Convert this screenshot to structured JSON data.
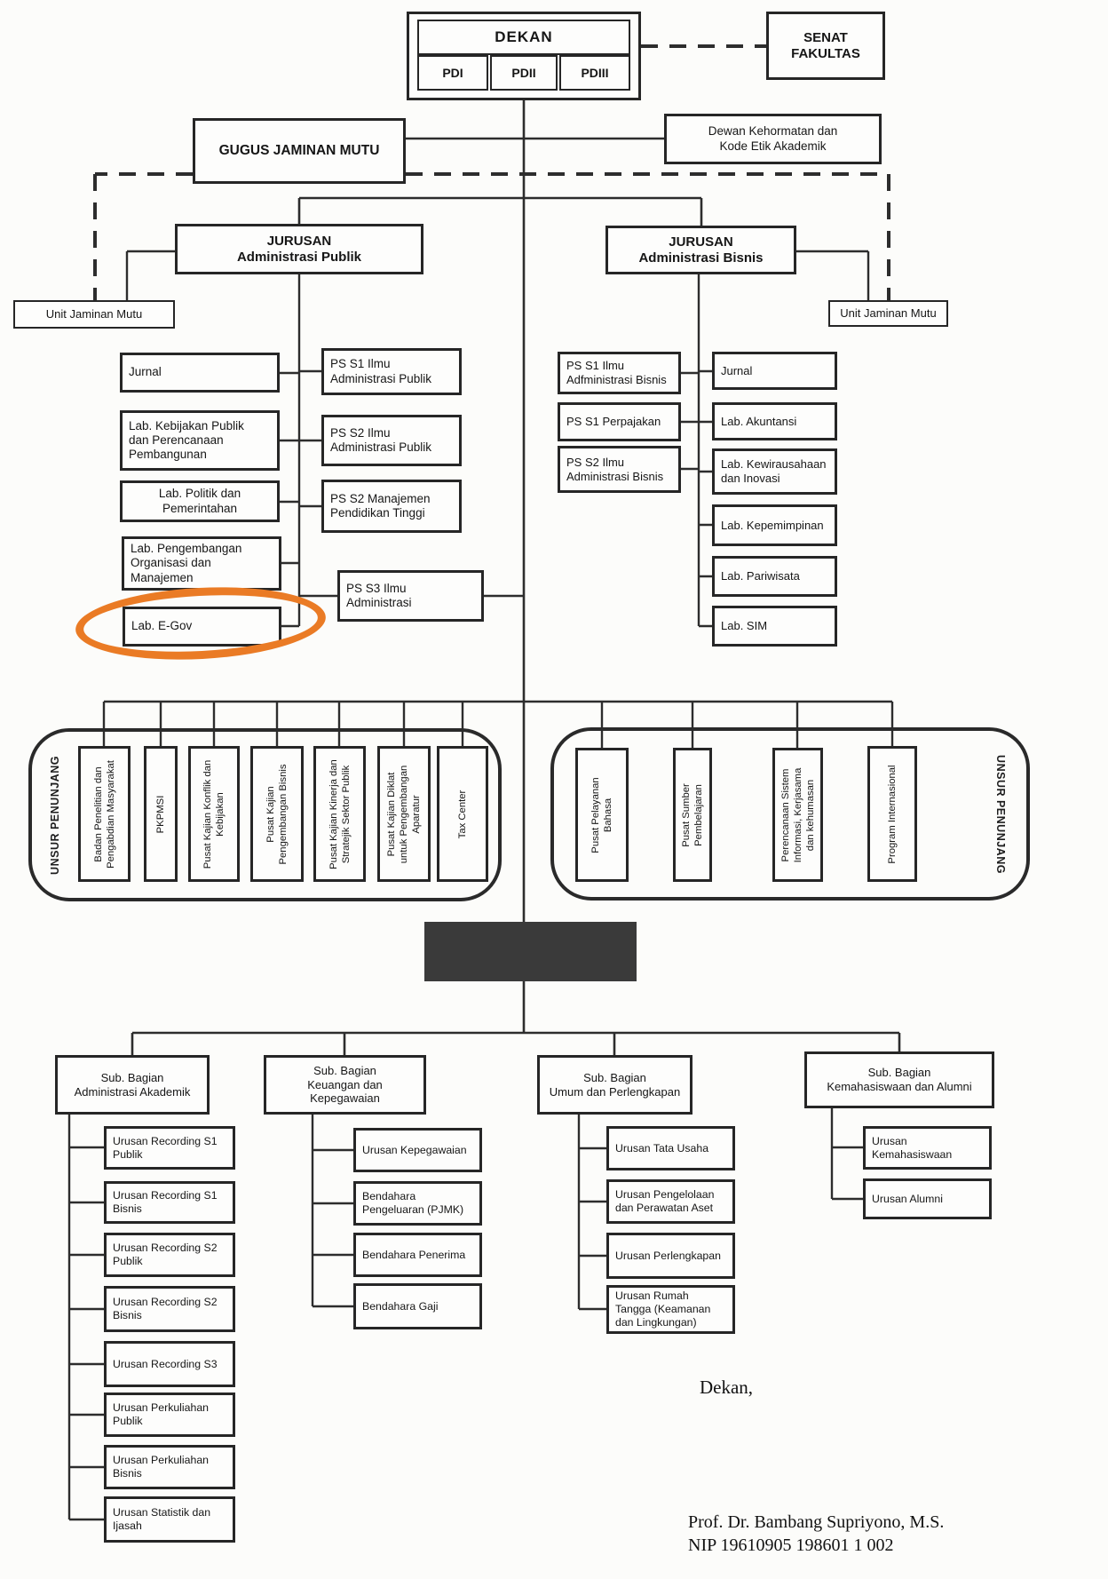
{
  "palette": {
    "ink": "#262626",
    "line": "#2d2d2d",
    "highlight_orange": "#ea7b25",
    "redaction_gray": "#3a3a3a",
    "paper": "#fcfcfa"
  },
  "top": {
    "dekan": "DEKAN",
    "pd1": "PDI",
    "pd2": "PDII",
    "pd3": "PDIII",
    "senat": "SENAT\nFAKULTAS",
    "gugus": "GUGUS JAMINAN MUTU",
    "dewan": "Dewan Kehormatan dan\nKode Etik Akademik",
    "unit_jaminan_mutu_left": "Unit Jaminan Mutu",
    "unit_jaminan_mutu_right": "Unit Jaminan Mutu"
  },
  "jurusan_publik": {
    "title": "JURUSAN\nAdministrasi Publik",
    "jurnal": "Jurnal",
    "lab_kebijakan": "Lab. Kebijakan Publik\ndan Perencanaan\nPembangunan",
    "lab_politik": "Lab. Politik dan\nPemerintahan",
    "lab_pengembangan": "Lab. Pengembangan\nOrganisasi dan\nManajemen",
    "lab_egov": "Lab. E-Gov",
    "ps_s1": "PS S1 Ilmu\nAdministrasi Publik",
    "ps_s2": "PS S2 Ilmu\nAdministrasi Publik",
    "ps_s2_manajemen": "PS S2 Manajemen\nPendidikan Tinggi",
    "ps_s3": "PS S3 Ilmu\nAdministrasi"
  },
  "jurusan_bisnis": {
    "title": "JURUSAN\nAdministrasi Bisnis",
    "ps_s1": "PS S1 Ilmu\nAdfministrasi Bisnis",
    "ps_s1_perpajakan": "PS S1 Perpajakan",
    "ps_s2": "PS S2 Ilmu\nAdministrasi Bisnis",
    "jurnal": "Jurnal",
    "lab_akuntansi": "Lab. Akuntansi",
    "lab_kewirausahaan": "Lab. Kewirausahaan\ndan Inovasi",
    "lab_kepemimpinan": "Lab. Kepemimpinan",
    "lab_pariwisata": "Lab. Pariwisata",
    "lab_sim": "Lab. SIM"
  },
  "unsur_penunjang_left": {
    "label": "UNSUR PENUNJANG",
    "badan_penelitian": "Badan Penelitian dan\nPengabdian Masyarakat",
    "pkpmsi": "PKPMSI",
    "pusat_konflik": "Pusat Kajian Konflik dan\nKebijakan",
    "pusat_pengembangan_bisnis": "Pusat Kajian\nPengembangan Bisnis",
    "pusat_kinerja": "Pusat Kajian Kinerja dan\nStratejik Sektor Publik",
    "pusat_diklat": "Pusat Kajian Diklat\nuntuk Pengembangan\nAparatur",
    "tax_center": "Tax Center"
  },
  "unsur_penunjang_right": {
    "label": "UNSUR PENUNJANG",
    "pusat_bahasa": "Pusat Pelayanan\nBahasa",
    "pusat_sumber": "Pusat Sumber\nPembelajaran",
    "perencanaan_sistem": "Perencanaan Sistem\nInformasi, Kerjasama\ndan kehumasan",
    "program_internasional": "Program Internasional"
  },
  "sub_bagian": {
    "akademik": {
      "title": "Sub. Bagian\nAdministrasi Akademik",
      "items": {
        "rec_s1_publik": "Urusan Recording S1\nPublik",
        "rec_s1_bisnis": "Urusan Recording S1\nBisnis",
        "rec_s2_publik": "Urusan Recording S2\nPublik",
        "rec_s2_bisnis": "Urusan Recording S2\nBisnis",
        "rec_s3": "Urusan Recording S3",
        "perkuliahan_publik": "Urusan Perkuliahan\nPublik",
        "perkuliahan_bisnis": "Urusan Perkuliahan\nBisnis",
        "statistik": "Urusan Statistik dan\nIjasah"
      }
    },
    "keuangan": {
      "title": "Sub. Bagian\nKeuangan dan Kepegawaian",
      "items": {
        "kepegawaian": "Urusan Kepegawaian",
        "bendahara_pengeluaran": "Bendahara\nPengeluaran (PJMK)",
        "bendahara_penerima": "Bendahara Penerima",
        "bendahara_gaji": "Bendahara Gaji"
      }
    },
    "umum": {
      "title": "Sub. Bagian\nUmum dan Perlengkapan",
      "items": {
        "tata_usaha": "Urusan Tata Usaha",
        "pengelolaan_aset": "Urusan Pengelolaan\ndan Perawatan Aset",
        "perlengkapan": "Urusan Perlengkapan",
        "rumah_tangga": "Urusan Rumah\nTangga (Keamanan\ndan Lingkungan)"
      }
    },
    "kemahasiswaan": {
      "title": "Sub. Bagian\nKemahasiswaan dan Alumni",
      "items": {
        "kemahasiswaan": "Urusan\nKemahasiswaan",
        "alumni": "Urusan Alumni"
      }
    }
  },
  "signature": {
    "salutation": "Dekan,",
    "name": "Prof. Dr. Bambang Supriyono, M.S.",
    "nip": "NIP 19610905 198601 1 002"
  }
}
